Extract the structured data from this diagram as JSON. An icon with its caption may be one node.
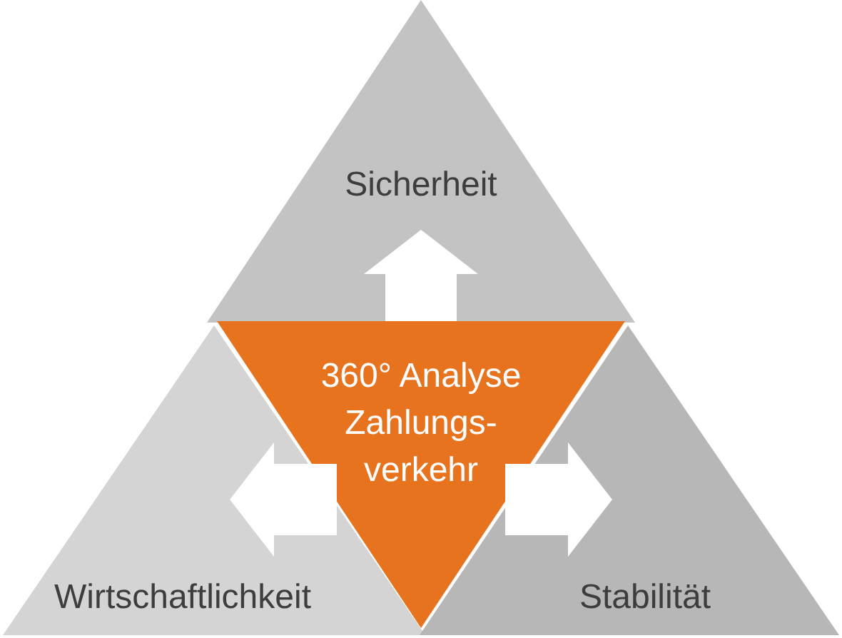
{
  "diagram": {
    "nodes": [
      {
        "text": [
          "Sicherheit"
        ]
      },
      {
        "text": [
          "360° Analyse Zahlungs- verkehr"
        ]
      },
      {
        "text": [
          "Wirtschaftlichkeit"
        ]
      },
      {
        "text": [
          "Stabilität"
        ]
      }
    ],
    "edges": [
      {
        "from": 1,
        "to": 0,
        "arrow": "to"
      },
      {
        "from": 1,
        "to": 2,
        "arrow": "to"
      },
      {
        "from": 1,
        "to": 3,
        "arrow": "to"
      }
    ]
  }
}
